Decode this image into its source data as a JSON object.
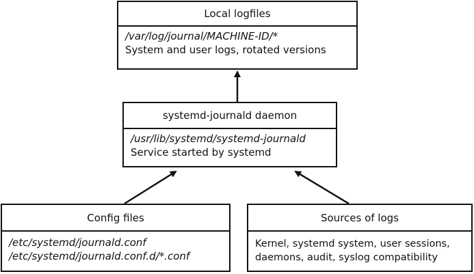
{
  "nodes": {
    "local_logfiles": {
      "title": "Local logfiles",
      "path": "/var/log/journal/MACHINE-ID/*",
      "description": "System and user logs, rotated versions"
    },
    "journald_daemon": {
      "title": "systemd-journald daemon",
      "path": "/usr/lib/systemd/systemd-journald",
      "description": "Service started by systemd"
    },
    "config_files": {
      "title": "Config files",
      "paths": [
        "/etc/systemd/journald.conf",
        "/etc/systemd/journald.conf.d/*.conf"
      ]
    },
    "sources_of_logs": {
      "title": "Sources of logs",
      "lines": [
        "Kernel, systemd system, user sessions,",
        "daemons, audit, syslog compatibility"
      ]
    }
  },
  "edges": [
    {
      "from": "journald_daemon",
      "to": "local_logfiles"
    },
    {
      "from": "config_files",
      "to": "journald_daemon"
    },
    {
      "from": "sources_of_logs",
      "to": "journald_daemon"
    }
  ],
  "colors": {
    "stroke": "#111111",
    "background": "#ffffff"
  }
}
